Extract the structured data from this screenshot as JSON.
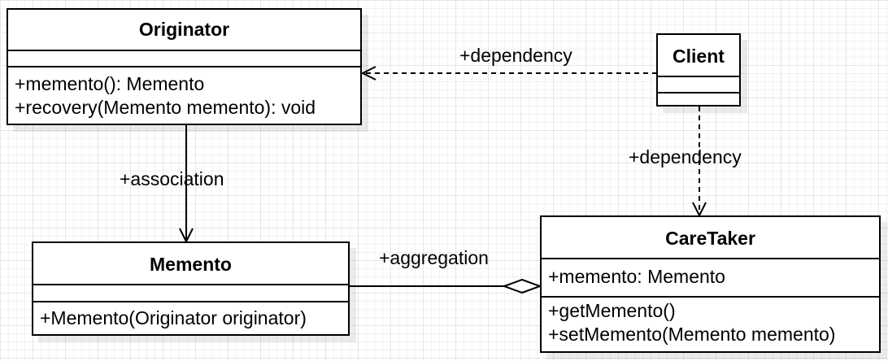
{
  "classes": {
    "originator": {
      "name": "Originator",
      "attributes": [],
      "operations": [
        "+memento(): Memento",
        "+recovery(Memento memento): void"
      ]
    },
    "client": {
      "name": "Client",
      "attributes": [],
      "operations": []
    },
    "memento": {
      "name": "Memento",
      "attributes": [],
      "operations": [
        "+Memento(Originator originator)"
      ]
    },
    "caretaker": {
      "name": "CareTaker",
      "attributes": [
        "+memento: Memento"
      ],
      "operations": [
        "+getMemento()",
        "+setMemento(Memento memento)"
      ]
    }
  },
  "relations": {
    "client_originator": {
      "label": "+dependency",
      "type": "dependency"
    },
    "client_caretaker": {
      "label": "+dependency",
      "type": "dependency"
    },
    "originator_memento": {
      "label": "+association",
      "type": "association"
    },
    "caretaker_memento": {
      "label": "+aggregation",
      "type": "aggregation"
    }
  }
}
